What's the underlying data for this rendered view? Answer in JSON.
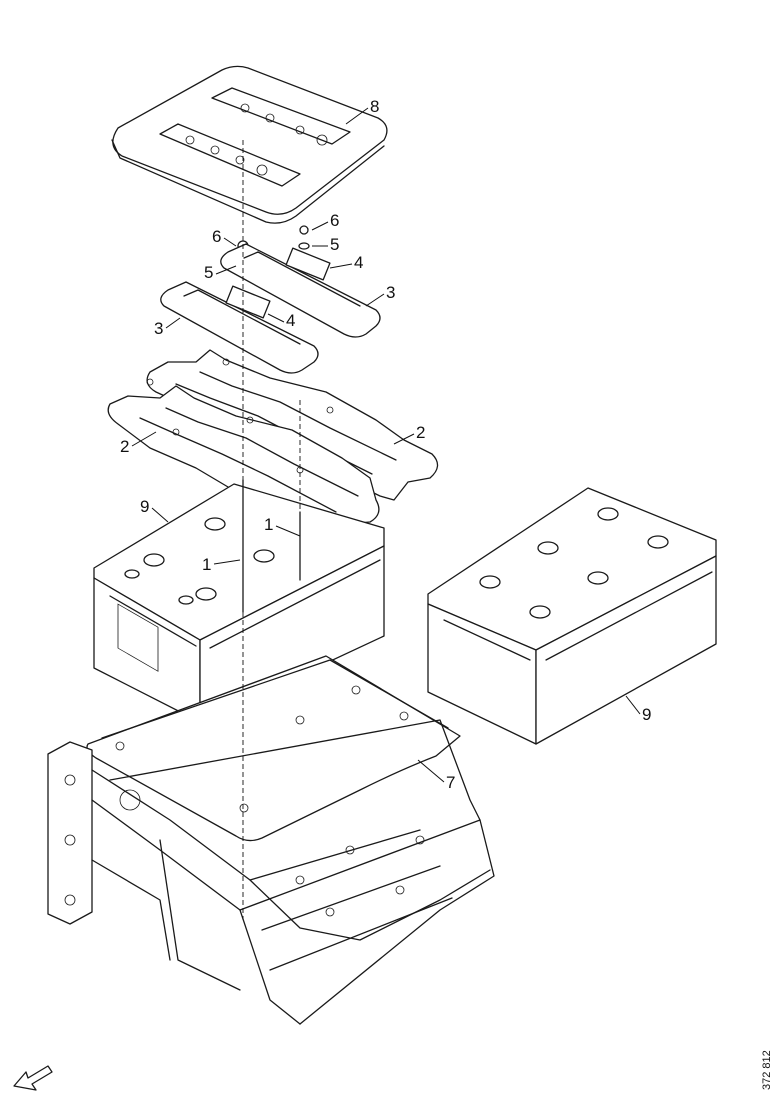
{
  "callouts": {
    "c8": "8",
    "c6a": "6",
    "c6b": "6",
    "c5a": "5",
    "c5b": "5",
    "c4a": "4",
    "c4b": "4",
    "c3a": "3",
    "c3b": "3",
    "c2a": "2",
    "c2b": "2",
    "c9a": "9",
    "c9b": "9",
    "c1a": "1",
    "c1b": "1",
    "c7": "7"
  },
  "figure_code": "372 812",
  "icons": {
    "direction": "front-direction-arrow-icon"
  }
}
